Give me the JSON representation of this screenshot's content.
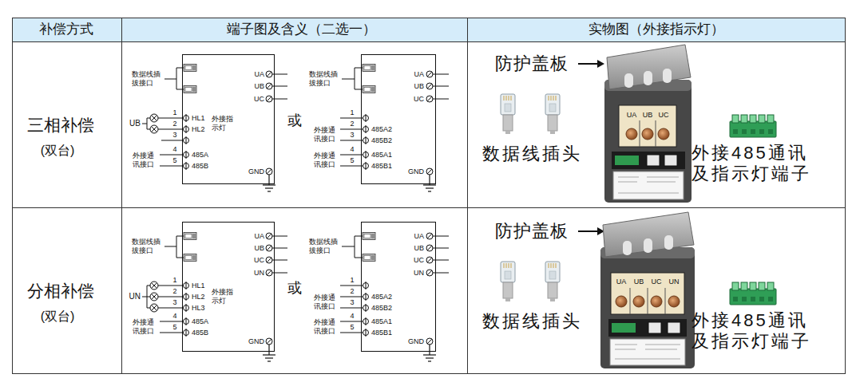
{
  "diagram": {
    "nodes": [
      {
        "text": [
          "补偿方式"
        ]
      },
      {
        "text": [
          "端子图及含义（二选一）"
        ]
      },
      {
        "text": [
          "实物图（外接指示灯）"
        ]
      },
      {
        "text": [
          "三相补偿",
          "(双台)"
        ]
      },
      {
        "text": [
          "或"
        ]
      },
      {
        "text": [
          "HL1",
          "HL2",
          "外接指示灯",
          "485A",
          "485B",
          "UA",
          "UB",
          "UC",
          "GND"
        ],
        "in": 4
      },
      {
        "text": [
          "485A2",
          "485B2",
          "485A1",
          "485B1",
          "UA",
          "UB",
          "UC",
          "GND"
        ],
        "in": 4
      },
      {
        "text": [
          "防护盖板",
          "数据线插头",
          "外接485通讯及指示灯端子"
        ]
      },
      {
        "text": [
          "分相补偿",
          "(双台)"
        ]
      },
      {
        "text": [
          "或"
        ]
      },
      {
        "text": [
          "HL1",
          "HL2",
          "HL3",
          "外接指示灯",
          "485A",
          "485B",
          "UA",
          "UB",
          "UC",
          "UN",
          "GND"
        ],
        "in": 9
      },
      {
        "text": [
          "485A2",
          "485B2",
          "485A1",
          "485B1",
          "UA",
          "UB",
          "UC",
          "UN",
          "GND"
        ],
        "in": 9
      },
      {
        "text": [
          "防护盖板",
          "数据线插头",
          "外接485通讯及指示灯端子"
        ]
      }
    ],
    "labels": [
      "数据线插拔接口",
      "1",
      "2",
      "3",
      "4",
      "5",
      "UB",
      "外接通讯接口",
      "数据线插拔接口",
      "1",
      "2",
      "3",
      "4",
      "5",
      "外接通讯接口",
      "外接通讯接口",
      "UA",
      "UB",
      "UC",
      "数据线插拔接口",
      "1",
      "2",
      "3",
      "4",
      "5",
      "UN",
      "外接通讯接口",
      "数据线插拔接口",
      "1",
      "2",
      "3",
      "4",
      "5",
      "外接通讯接口",
      "外接通讯接口",
      "UA",
      "UB",
      "UC",
      "UN"
    ]
  }
}
